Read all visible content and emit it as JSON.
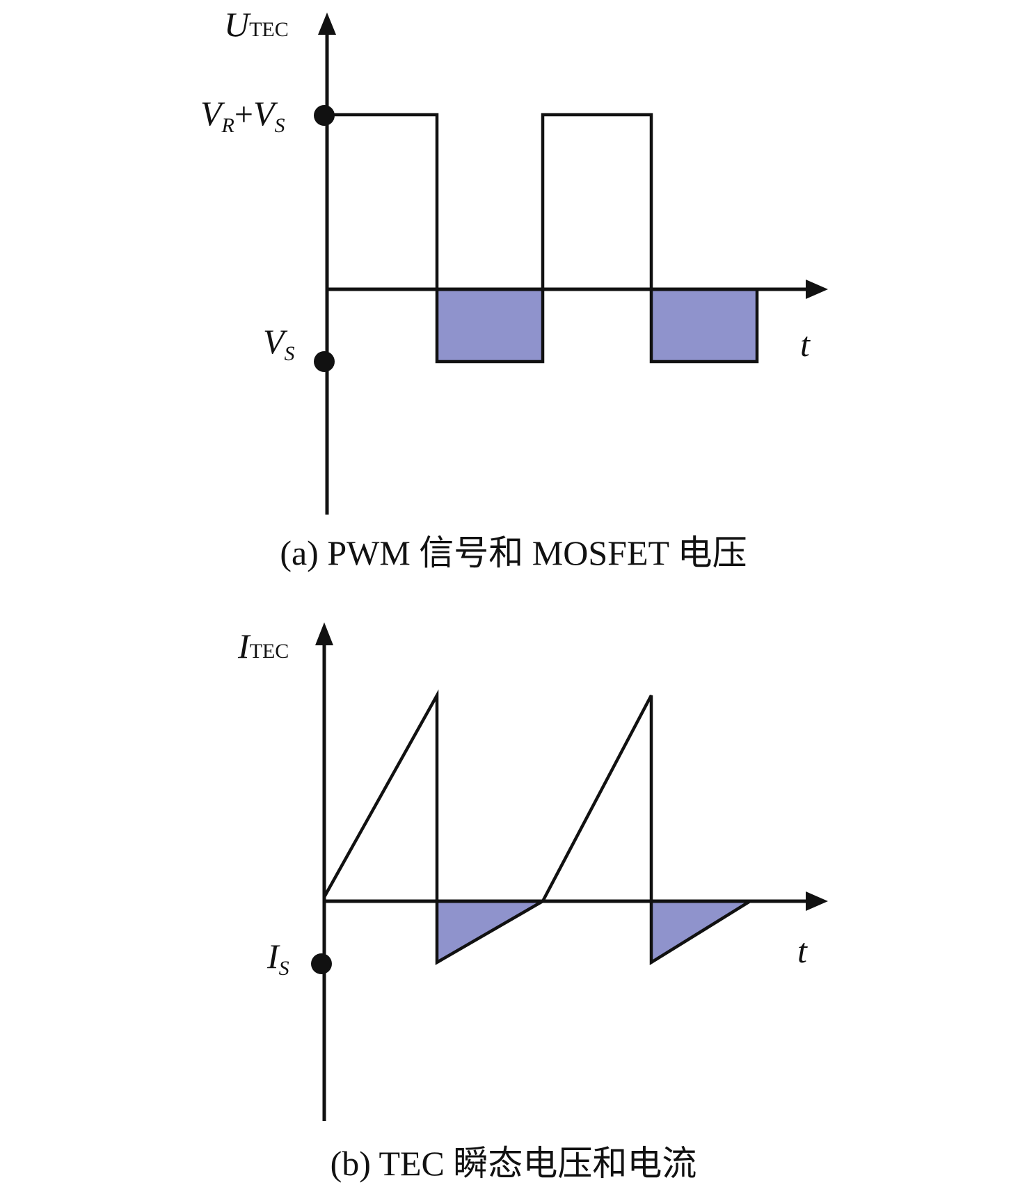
{
  "colors": {
    "shade": "#8f93cc",
    "line": "#111111"
  },
  "panel_a": {
    "y_axis_symbol": "U",
    "y_axis_subscript": "TEC",
    "level_high": {
      "main1": "V",
      "sub1": "R",
      "plus": "+",
      "main2": "V",
      "sub2": "S"
    },
    "level_low": {
      "main": "V",
      "sub": "S"
    },
    "x_axis_label": "t",
    "caption": "(a) PWM 信号和 MOSFET 电压"
  },
  "panel_b": {
    "y_axis_symbol": "I",
    "y_axis_subscript": "TEC",
    "level_low": {
      "main": "I",
      "sub": "S"
    },
    "x_axis_label": "t",
    "caption": "(b) TEC 瞬态电压和电流"
  }
}
